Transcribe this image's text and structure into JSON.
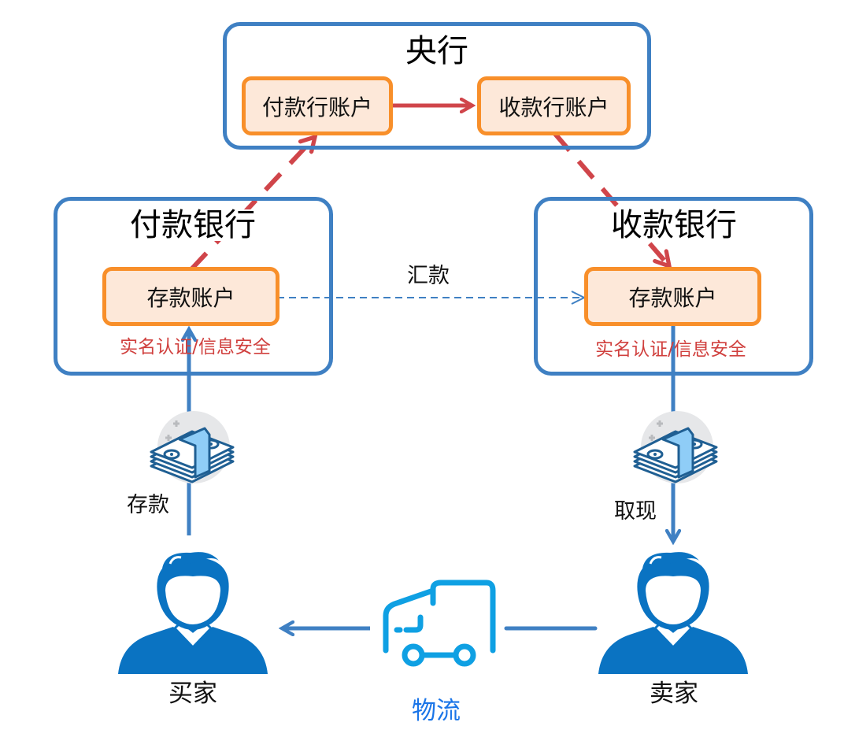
{
  "central_bank": {
    "title": "央行",
    "payer_account": "付款行账户",
    "payee_account": "收款行账户"
  },
  "payer_bank": {
    "title": "付款银行",
    "account": "存款账户",
    "note": "实名认证/信息安全"
  },
  "payee_bank": {
    "title": "收款银行",
    "account": "存款账户",
    "note": "实名认证/信息安全"
  },
  "flows": {
    "remittance": "汇款",
    "deposit": "存款",
    "withdraw": "取现",
    "logistics": "物流"
  },
  "parties": {
    "buyer": "买家",
    "seller": "卖家"
  },
  "icons": {
    "cash": "cash-stack-icon",
    "person": "person-icon",
    "truck": "truck-icon"
  },
  "colors": {
    "panel_border": "#3f80c3",
    "account_border": "#f88f2a",
    "account_fill": "#fde8d9",
    "settlement_arrow": "#d0454a",
    "flow_arrow": "#3f80c3",
    "person": "#0a73c2",
    "truck": "#0fa0e3",
    "note_text": "#d0403e",
    "logistics_text": "#1a75e8"
  }
}
